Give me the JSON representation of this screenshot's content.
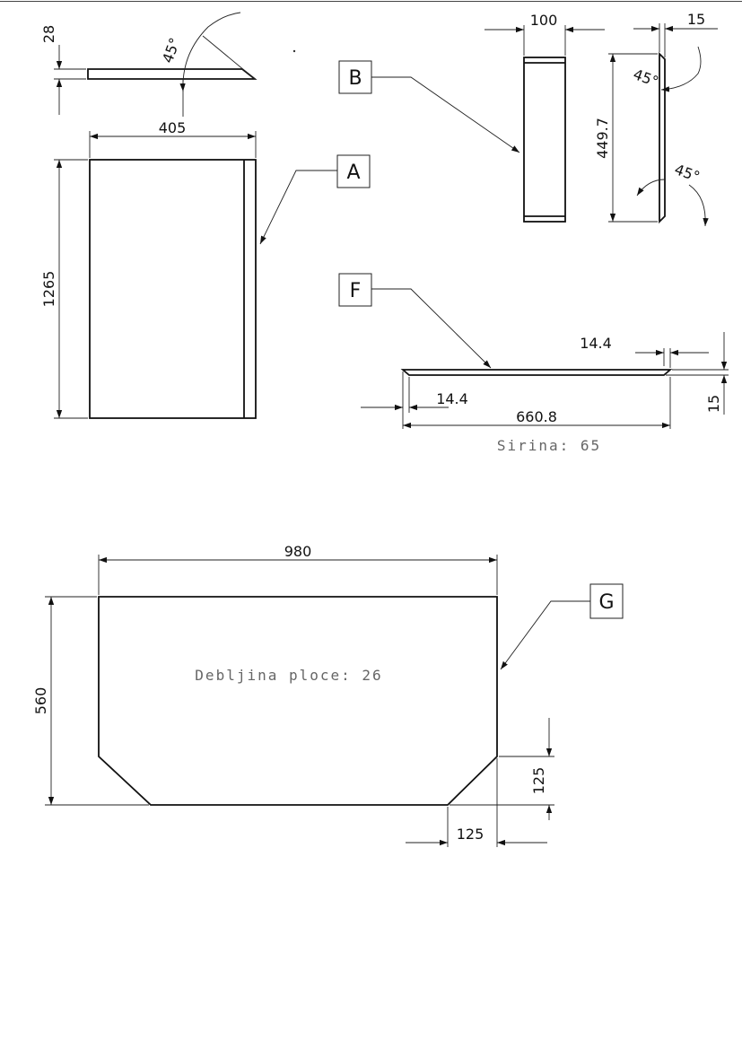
{
  "dimensions": {
    "a_thickness": "28",
    "a_angle": "45°",
    "a_width": "405",
    "a_height": "1265",
    "b_width": "100",
    "b_thickness": "15",
    "b_height": "449.7",
    "b_angle_top": "45°",
    "b_angle_bottom": "45°",
    "f_offset_right": "14.4",
    "f_offset_left": "14.4",
    "f_length": "660.8",
    "f_thickness": "15",
    "g_width": "980",
    "g_height": "560",
    "g_chamfer_vertical": "125",
    "g_chamfer_horizontal": "125"
  },
  "part_labels": {
    "a": "A",
    "b": "B",
    "f": "F",
    "g": "G"
  },
  "notes": {
    "f_width": "Sirina: 65",
    "g_thickness": "Debljina ploce: 26"
  }
}
